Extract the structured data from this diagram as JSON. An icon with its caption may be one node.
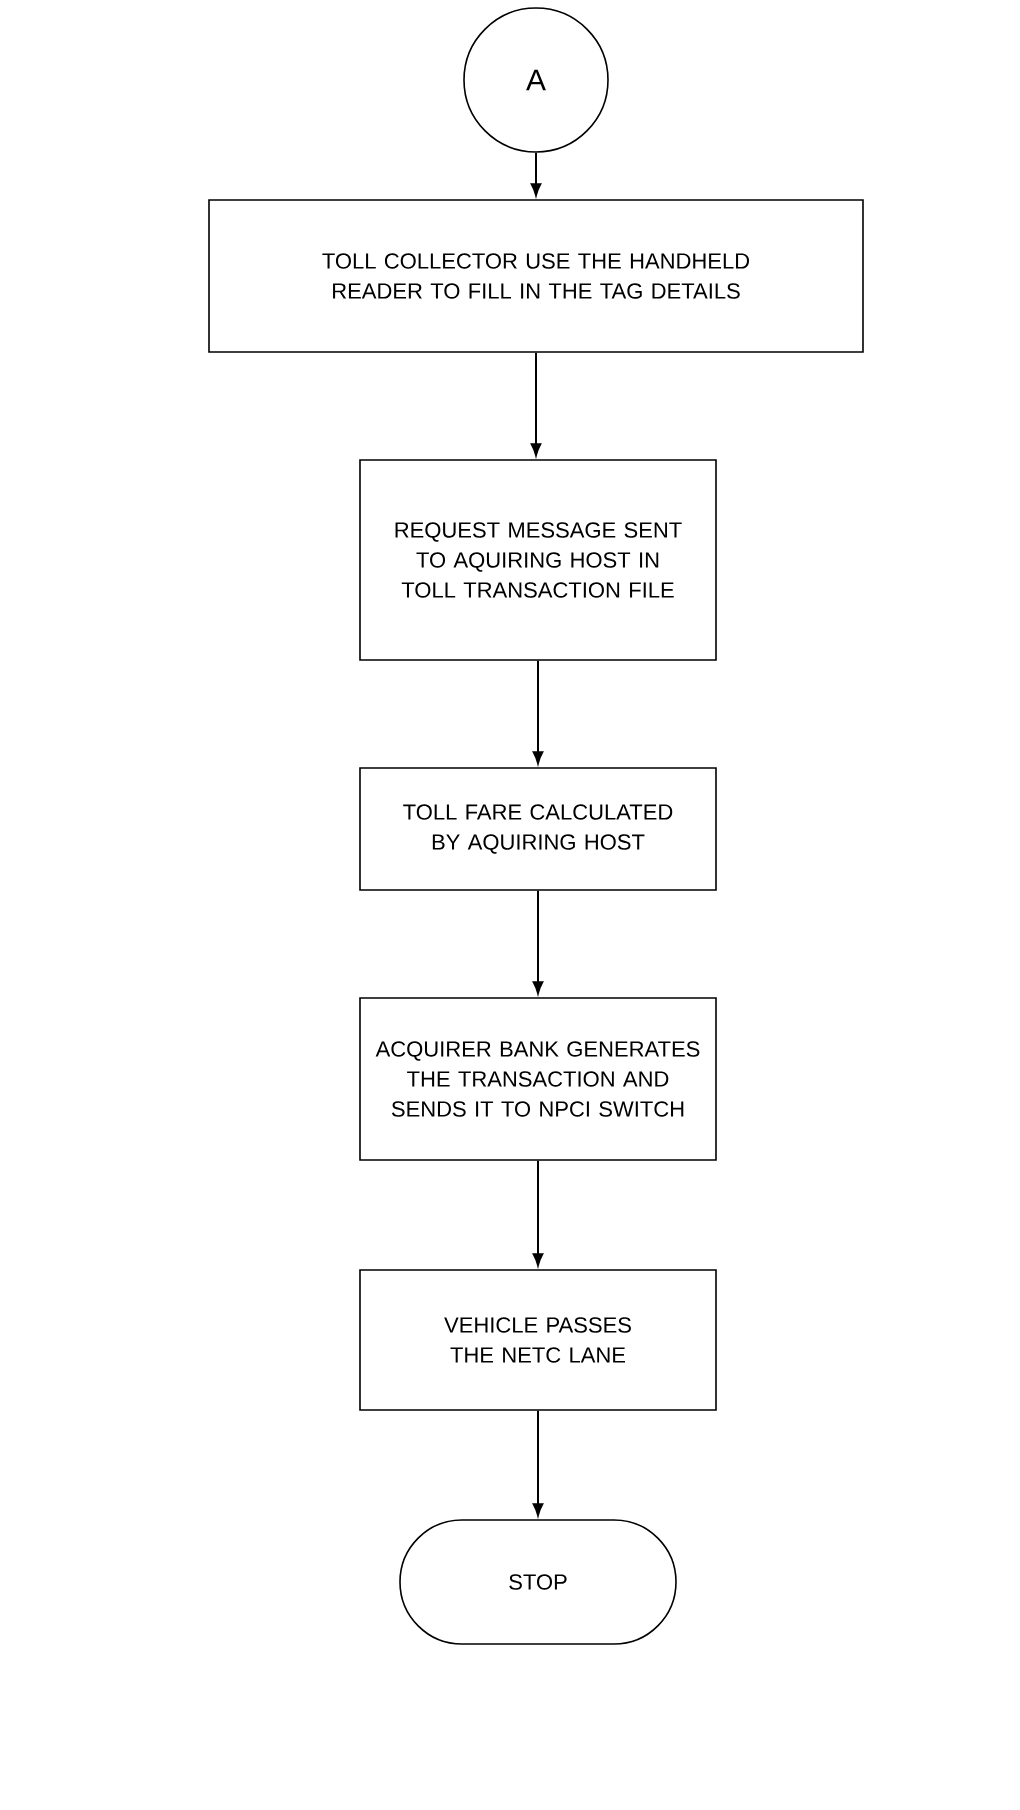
{
  "diagram": {
    "nodes": [
      {
        "text": [
          "A"
        ]
      },
      {
        "text": [
          "TOLL COLLECTOR USE THE HANDHELD READER TO FILL IN THE TAG DETAILS"
        ]
      },
      {
        "text": [
          "REQUEST MESSAGE SENT TO AQUIRING HOST IN TOLL TRANSACTION FILE"
        ]
      },
      {
        "text": [
          "TOLL FARE CALCULATED BY AQUIRING HOST"
        ]
      },
      {
        "text": [
          "ACQUIRER BANK GENERATES THE TRANSACTION AND SENDS IT TO NPCI SWITCH"
        ]
      },
      {
        "text": [
          "VEHICLE PASSES THE NETC LANE"
        ]
      },
      {
        "text": [
          "STOP"
        ]
      }
    ],
    "edges": [
      {
        "from": 0,
        "to": 1,
        "arrow": "to"
      },
      {
        "from": 1,
        "to": 2,
        "arrow": "to"
      },
      {
        "from": 2,
        "to": 3,
        "arrow": "to"
      },
      {
        "from": 3,
        "to": 4,
        "arrow": "to"
      },
      {
        "from": 4,
        "to": 5,
        "arrow": "to"
      },
      {
        "from": 5,
        "to": 6,
        "arrow": "to"
      }
    ]
  }
}
